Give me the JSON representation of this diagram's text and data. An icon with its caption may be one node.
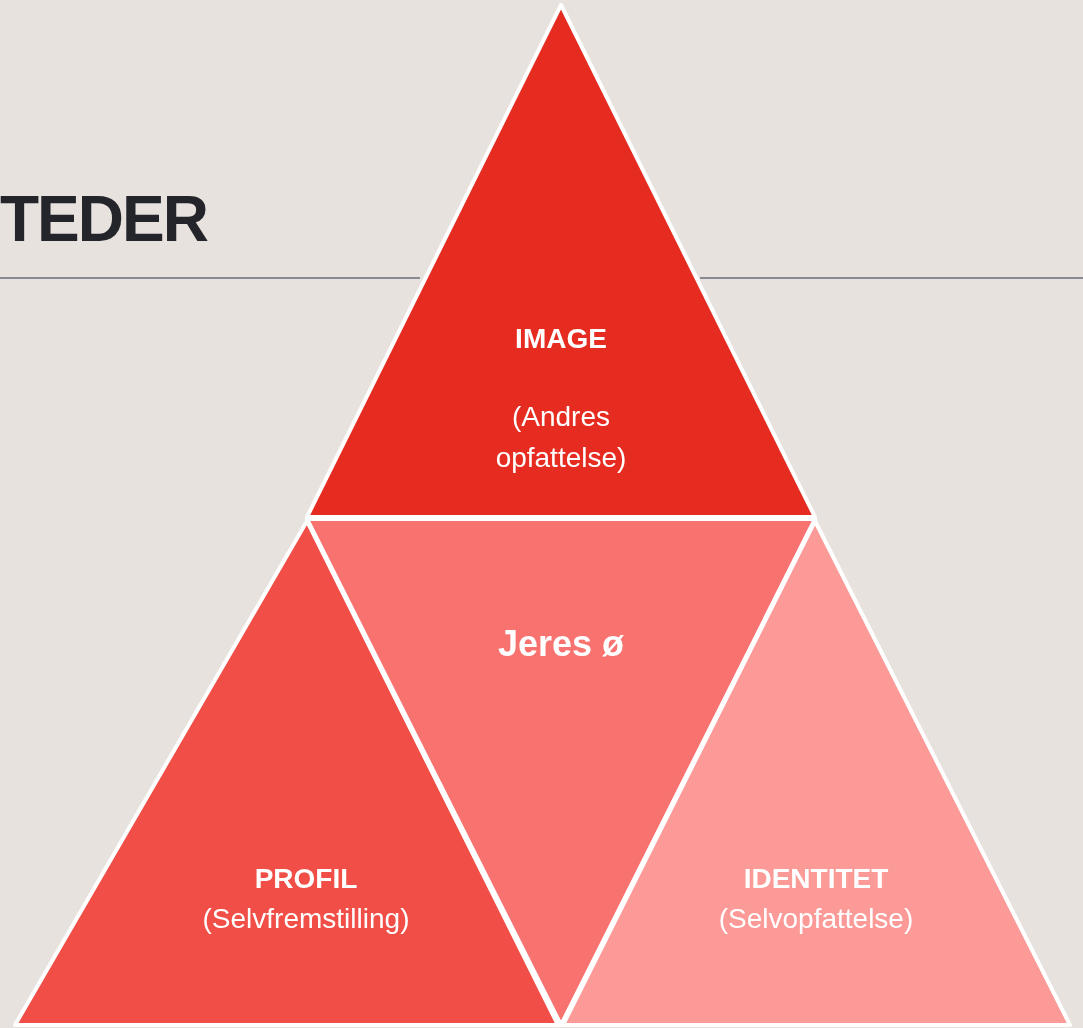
{
  "diagram": {
    "title": "TEDER",
    "nodes": [
      {
        "text": [
          "IMAGE",
          "(Andres opfattelse)"
        ]
      },
      {
        "text": [
          "Jeres ø"
        ]
      },
      {
        "text": [
          "PROFIL",
          "(Selvfremstilling)"
        ]
      },
      {
        "text": [
          "IDENTITET",
          "(Selvopfattelse)"
        ]
      }
    ]
  }
}
